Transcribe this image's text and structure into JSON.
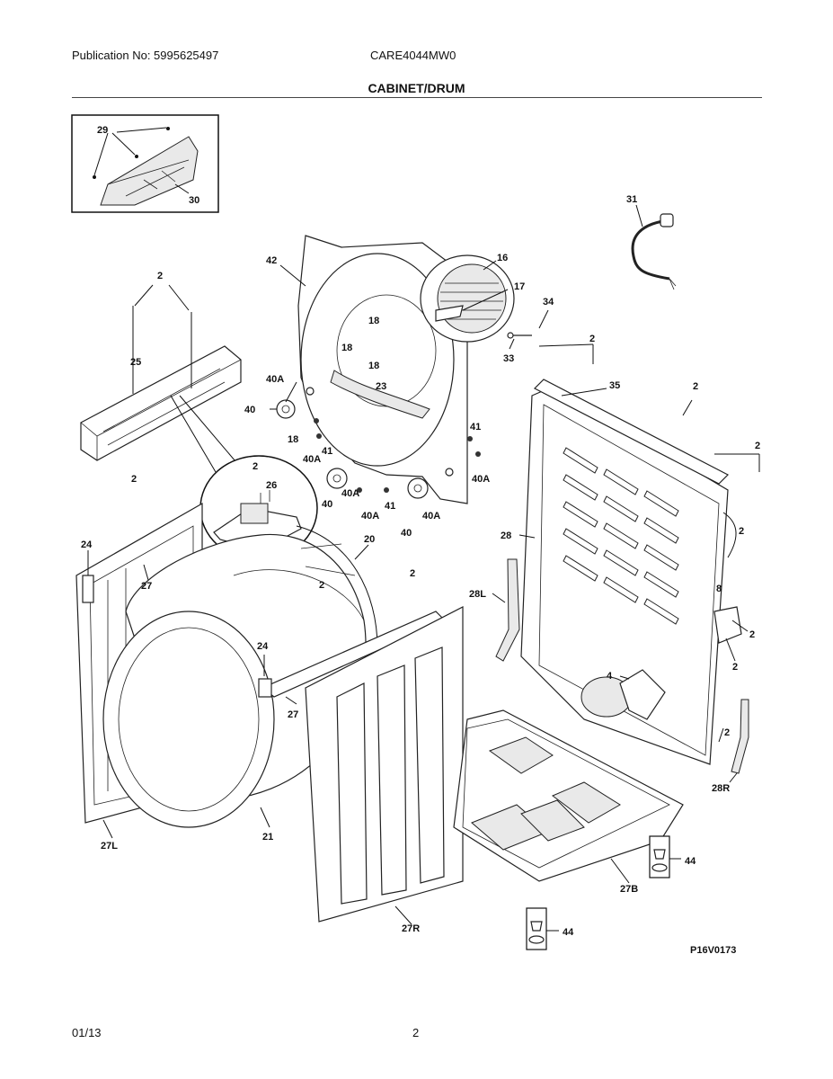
{
  "header": {
    "publication": "Publication No: 5995625497",
    "model": "CARE4044MW0",
    "section_title": "CABINET/DRUM"
  },
  "diagram": {
    "code": "P16V0173",
    "labels": {
      "l29": "29",
      "l30": "30",
      "l31": "31",
      "l42": "42",
      "l16": "16",
      "l17": "17",
      "l34": "34",
      "l33": "33",
      "l18a": "18",
      "l18b": "18",
      "l18c": "18",
      "l18d": "18",
      "l23": "23",
      "l40Aa": "40A",
      "l40a": "40",
      "l40Ab": "40A",
      "l41a": "41",
      "l40b": "40",
      "l40Ac": "40A",
      "l41b": "41",
      "l40Ad": "40A",
      "l40c": "40",
      "l41c": "41",
      "l40Ae": "40A",
      "l2a": "2",
      "l25": "25",
      "l2b": "2",
      "l26": "26",
      "l2c": "2",
      "l24a": "24",
      "l27a": "27",
      "l20": "20",
      "l2d": "2",
      "l2e": "2",
      "l24b": "24",
      "l27b": "27",
      "l27L": "27L",
      "l21": "21",
      "l27R": "27R",
      "l2f": "2",
      "l35": "35",
      "l2g": "2",
      "l2h": "2",
      "l28": "28",
      "l2i": "2",
      "l28L": "28L",
      "l8": "8",
      "l2j": "2",
      "l2k": "2",
      "l4": "4",
      "l2l": "2",
      "l28R": "28R",
      "l44a": "44",
      "l27B": "27B",
      "l44b": "44"
    }
  },
  "footer": {
    "date": "01/13",
    "page": "2"
  }
}
